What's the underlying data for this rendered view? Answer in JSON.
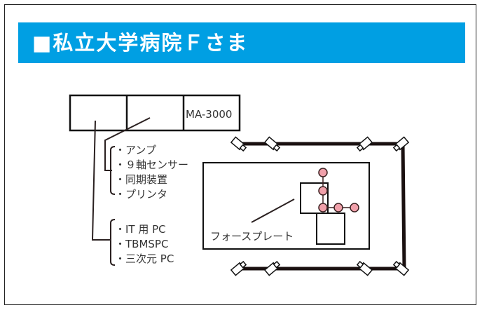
{
  "header": {
    "title": "■私立大学病院Ｆさま"
  },
  "devices": {
    "box3_label": "MA-3000"
  },
  "group1": [
    "・アンプ",
    "・９軸センサー",
    "・同期装置",
    "・プリンタ"
  ],
  "group2": [
    "・IT 用 PC",
    "・TBMSPC",
    "・三次元 PC"
  ],
  "force_plate_label": "フォースプレート",
  "colors": {
    "header": "#009fe3",
    "marker": "#f0a0aa"
  }
}
